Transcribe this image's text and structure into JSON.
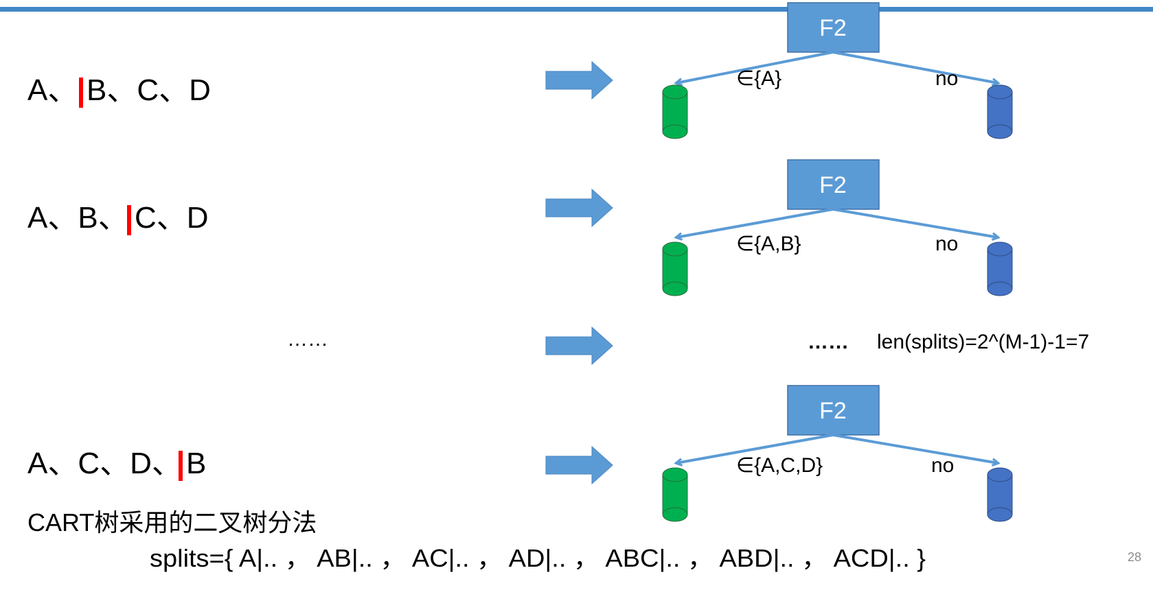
{
  "slide": {
    "page_number": "28",
    "accent_color": "#4288c8",
    "arrow_color": "#5b9bd5",
    "leaf_left_color": "#00b050",
    "leaf_right_color": "#4472c4",
    "marker_color": "#ff0000"
  },
  "rows": [
    {
      "seq_before": "A、",
      "seq_after": "B、C、D",
      "node_label": "F2",
      "left_edge_label": "∈{A}",
      "right_edge_label": "no"
    },
    {
      "seq_before": "A、B、",
      "seq_after": "C、D",
      "node_label": "F2",
      "left_edge_label": "∈{A,B}",
      "right_edge_label": "no"
    },
    {
      "seq_before": "A、C、D、",
      "seq_after": "B",
      "node_label": "F2",
      "left_edge_label": "∈{A,C,D}",
      "right_edge_label": "no"
    }
  ],
  "ellipsis_row": {
    "left_dots": "……",
    "right_dots": "……",
    "formula": "len(splits)=2^(M-1)-1=7"
  },
  "caption": {
    "title": "CART树采用的二叉树分法",
    "splits": "splits={ A|.. ， AB|.. ， AC|.. ， AD|.. ， ABC|.. ， ABD|.. ， ACD|.. }"
  }
}
